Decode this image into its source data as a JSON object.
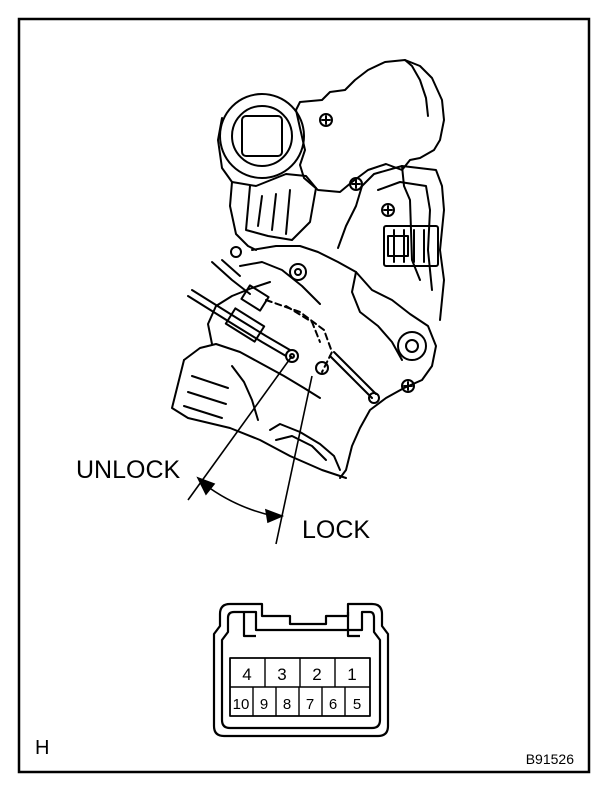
{
  "labels": {
    "unlock": "UNLOCK",
    "lock": "LOCK",
    "corner": "H",
    "figure_code": "B91526"
  },
  "connector": {
    "top_row": [
      "4",
      "3",
      "2",
      "1"
    ],
    "bottom_row": [
      "10",
      "9",
      "8",
      "7",
      "6",
      "5"
    ]
  },
  "colors": {
    "line": "#000000",
    "background": "#ffffff"
  }
}
